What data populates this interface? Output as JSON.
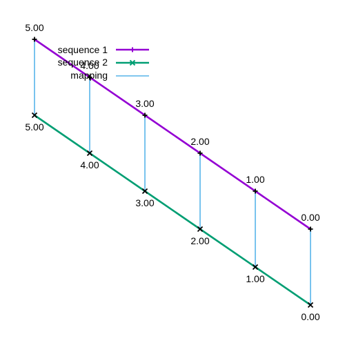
{
  "legend": {
    "placement": "top-left",
    "entries": [
      {
        "key": "seq1",
        "label": "sequence 1",
        "color": "#9400d3",
        "marker": "plus"
      },
      {
        "key": "seq2",
        "label": "sequence 2",
        "color": "#009e73",
        "marker": "cross"
      },
      {
        "key": "map",
        "label": "mapping",
        "color": "#56b4e9",
        "marker": "none"
      }
    ]
  },
  "chart_data": {
    "type": "line",
    "title": "",
    "xlabel": "",
    "ylabel": "",
    "grid": false,
    "series": [
      {
        "key": "seq1",
        "name": "sequence 1",
        "color": "#9400d3",
        "values": [
          5.0,
          4.0,
          3.0,
          2.0,
          1.0,
          0.0
        ],
        "labels": [
          "5.00",
          "4.00",
          "3.00",
          "2.00",
          "1.00",
          "0.00"
        ]
      },
      {
        "key": "seq2",
        "name": "sequence 2",
        "color": "#009e73",
        "values": [
          5.0,
          4.0,
          3.0,
          2.0,
          1.0,
          0.0
        ],
        "labels": [
          "5.00",
          "4.00",
          "3.00",
          "2.00",
          "1.00",
          "0.00"
        ]
      }
    ],
    "mapping": {
      "name": "mapping",
      "color": "#56b4e9",
      "pairs": [
        [
          0,
          0
        ],
        [
          1,
          1
        ],
        [
          2,
          2
        ],
        [
          3,
          3
        ],
        [
          4,
          4
        ],
        [
          5,
          5
        ]
      ]
    }
  }
}
